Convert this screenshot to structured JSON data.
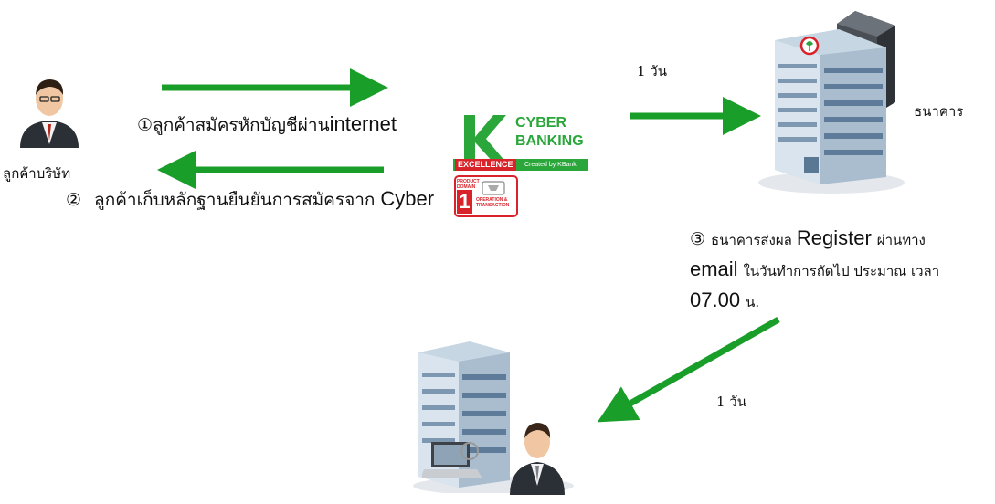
{
  "customer": {
    "label": "ลูกค้าบริษัท"
  },
  "bank": {
    "label": "ธนาคาร"
  },
  "step1": {
    "num": "①",
    "text": "ลูกค้าสมัครหักบัญชีผ่าน",
    "text_en": "internet"
  },
  "step2": {
    "num": "②",
    "text": "ลูกค้าเก็บหลักฐานยืนยันการสมัครจาก",
    "text_en": "Cyber"
  },
  "step3": {
    "num": "③",
    "line1_a": "ธนาคารส่งผล",
    "line1_b": "Register",
    "line1_c": "ผ่านทาง",
    "line2_a": "email",
    "line2_b": "ในวันทำการถัดไป ประมาณ เวลา",
    "line3_a": "07.00",
    "line3_b": "น."
  },
  "duration_top": "1 วัน",
  "duration_bottom": "1 วัน",
  "logo": {
    "line1": "CYBER",
    "line2": "BANKING",
    "excellence": "EXCELLENCE",
    "created_by": "Created by KBank",
    "award_left": "PRODUCT DOMAIN",
    "award_num": "1",
    "award_right": "OPERATION & TRANSACTION"
  },
  "colors": {
    "arrow": "#1a9e2a",
    "logo_green": "#2aa63a",
    "logo_red": "#d8232a"
  },
  "icons": [
    "businessman-icon",
    "bank-building-icon",
    "office-building-icon",
    "laptop-icon"
  ]
}
